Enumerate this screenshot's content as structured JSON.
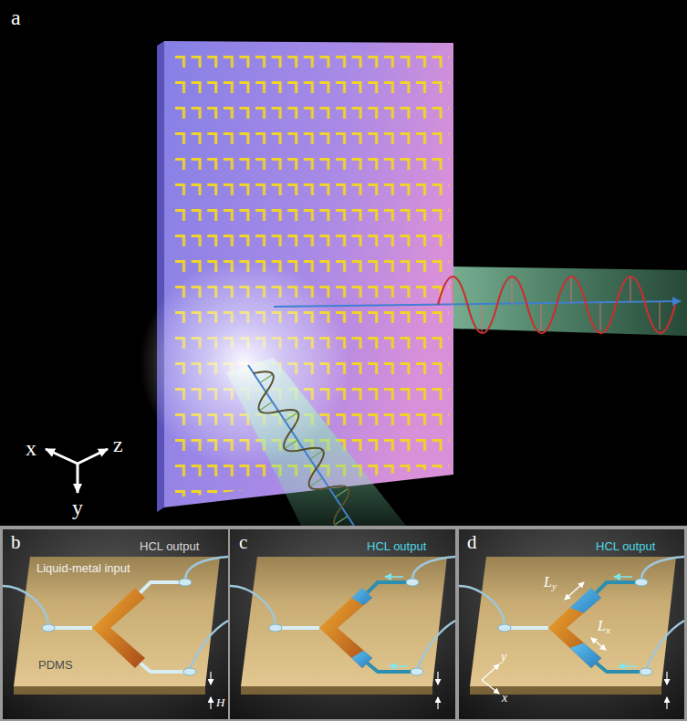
{
  "diagram": {
    "labels": [
      "a",
      "x",
      "z",
      "y",
      "b",
      "HCL output",
      "Liquid-metal input",
      "PDMS",
      "H",
      "c",
      "HCL output",
      "d",
      "HCL output",
      "Ly",
      "Lx",
      "y",
      "x"
    ]
  }
}
